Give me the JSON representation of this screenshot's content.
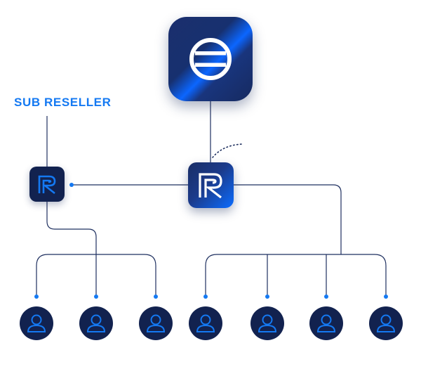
{
  "sub_reseller": {
    "label": "SUB RESELLER"
  },
  "colors": {
    "line": "#1f3060",
    "dot": "#1479f2",
    "accent": "#1479f2",
    "node_dark": "#12224f"
  },
  "icons": {
    "top_logo": "s-logo-icon",
    "reseller": "r-logo-icon",
    "user": "user-icon"
  },
  "users": [
    {
      "group": "sub-reseller"
    },
    {
      "group": "sub-reseller"
    },
    {
      "group": "sub-reseller"
    },
    {
      "group": "main-reseller"
    },
    {
      "group": "main-reseller"
    },
    {
      "group": "main-reseller"
    },
    {
      "group": "main-reseller"
    }
  ]
}
